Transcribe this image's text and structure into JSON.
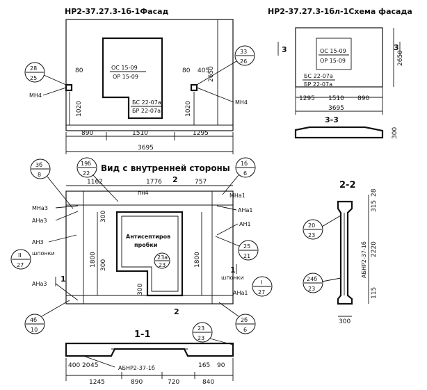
{
  "views": {
    "facade": {
      "title": "НР2-37.27.3-1б-1Фасад",
      "panel_label_top": "ОС 15-09",
      "panel_label_bottom": "ОР 15-09",
      "door_label_top": "БС 22-07а",
      "door_label_bottom": "БР 22-07а",
      "dims_bottom": [
        "890",
        "1510",
        "1295"
      ],
      "dim_total": "3695",
      "dim_height": "2650",
      "dim_left_h": "1020",
      "dim_right_h": "1020",
      "dim_left_top": "80",
      "dim_right_top": "80",
      "dim_right_top2": "405",
      "mark_left": "МН4",
      "mark_right": "МН4",
      "bubble_left": {
        "top": "28",
        "bottom": "25"
      },
      "bubble_right": {
        "top": "33",
        "bottom": "26"
      }
    },
    "scheme": {
      "title": "НР2-37.27.3-1бл-1Схема фасада",
      "panel_label_top": "ОС 15-09",
      "panel_label_bottom": "ОР 15-09",
      "door_label_top": "БС 22-07а",
      "door_label_bottom": "БР 22-07а",
      "dims_bottom": [
        "1295",
        "1510",
        "890"
      ],
      "dim_total": "3695",
      "dim_height": "2650",
      "section_left": "3",
      "section_right": "3",
      "section_title": "3-3",
      "section_dim": "300"
    },
    "inner": {
      "title": "Вид с внутренней стороны",
      "dims_top": [
        "1162",
        "1776",
        "757"
      ],
      "dim_left_h": "1800",
      "dim_right_h": "1800",
      "dim_300_a": "300",
      "dim_300_b": "300",
      "dim_300_c": "300",
      "antiseptic_line1": "Антисептиров",
      "antiseptic_line2": "пробки",
      "mark_pn4": "пн4",
      "mark_mna3": "МНа3",
      "mark_ana3_top": "АНа3",
      "mark_an3": "АН3",
      "mark_shponki_left": "шпонки",
      "mark_ana3_bottom": "АНа3",
      "mark_mna1": "МНа1",
      "mark_ana1_top": "АНа1",
      "mark_an1": "АН1",
      "mark_shponki_right": "шпонки",
      "mark_ana1_bottom": "АНа1",
      "section_top": "2",
      "section_bottom": "2",
      "section_left": "1",
      "section_right": "1",
      "bubble_3b": {
        "top": "3б",
        "bottom": "8"
      },
      "bubble_19b": {
        "top": "19б",
        "bottom": "22"
      },
      "bubble_16b": {
        "top": "1б",
        "bottom": "6"
      },
      "bubble_II": {
        "top": "II",
        "bottom": "27"
      },
      "bubble_4b": {
        "top": "4б",
        "bottom": "10"
      },
      "bubble_23a": {
        "top": "23а",
        "bottom": "23"
      },
      "bubble_25": {
        "top": "25",
        "bottom": "21"
      },
      "bubble_I": {
        "top": "I",
        "bottom": "27"
      },
      "bubble_2b": {
        "top": "2б",
        "bottom": "6"
      }
    },
    "section22": {
      "title": "2-2",
      "vertical_label": "АБНР2-37-1б",
      "dims": [
        "28",
        "315",
        "2220",
        "115"
      ],
      "dim_bottom": "300",
      "bubble_20": {
        "top": "20",
        "bottom": "23"
      },
      "bubble_24b": {
        "top": "24б",
        "bottom": "23"
      }
    },
    "section11": {
      "title": "1-1",
      "label": "АБНР2-37-1б",
      "dims_small": [
        "400",
        "20",
        "45",
        "165",
        "90"
      ],
      "dims_bottom": [
        "1245",
        "890",
        "720",
        "840"
      ],
      "bubble_23": {
        "top": "23",
        "bottom": "23"
      }
    }
  }
}
